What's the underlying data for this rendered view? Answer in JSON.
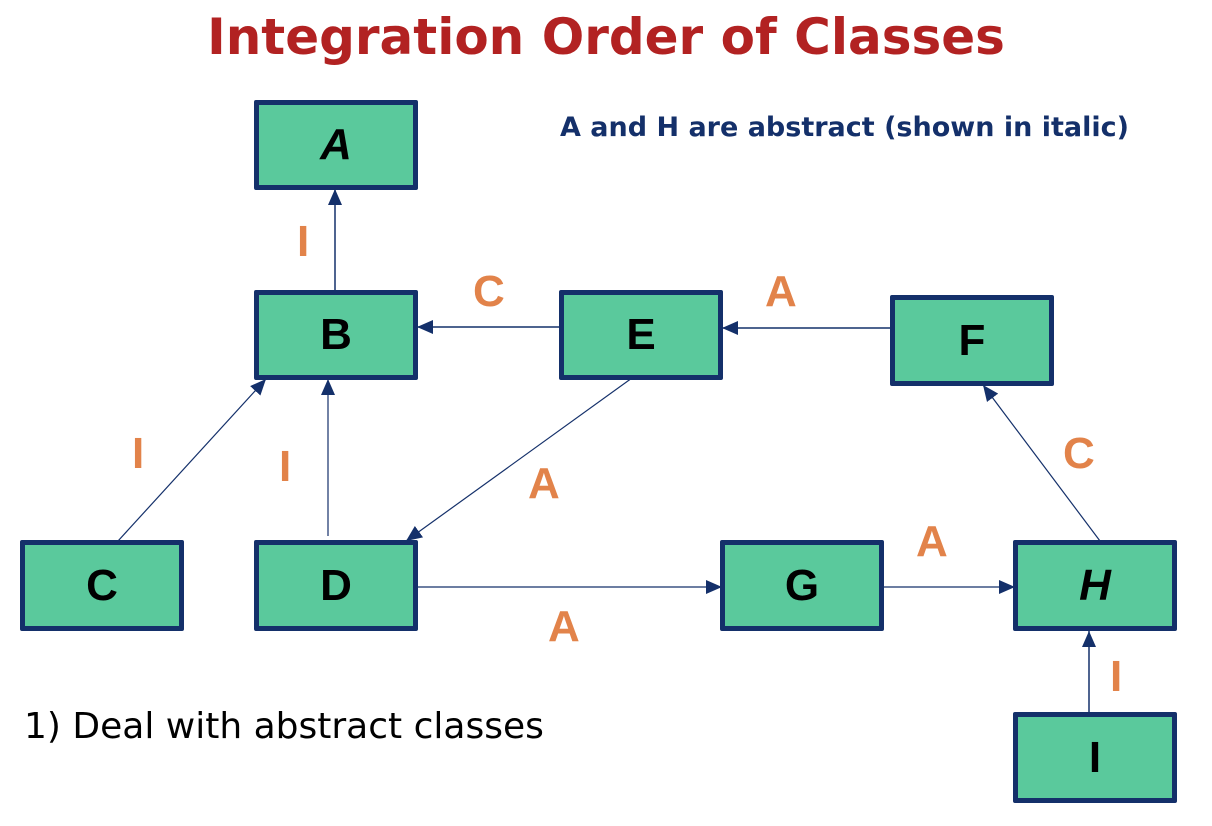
{
  "title": "Integration Order of Classes",
  "note": "A and H are abstract (shown in italic)",
  "bullet": "1)  Deal with abstract classes",
  "colors": {
    "title": "#b22222",
    "note": "#14306a",
    "node_fill": "#5ac99c",
    "node_border": "#14306a",
    "edge": "#14306a",
    "edge_label": "#e2834a"
  },
  "nodes": [
    {
      "id": "A",
      "label": "A",
      "abstract": true
    },
    {
      "id": "B",
      "label": "B",
      "abstract": false
    },
    {
      "id": "C",
      "label": "C",
      "abstract": false
    },
    {
      "id": "D",
      "label": "D",
      "abstract": false
    },
    {
      "id": "E",
      "label": "E",
      "abstract": false
    },
    {
      "id": "F",
      "label": "F",
      "abstract": false
    },
    {
      "id": "G",
      "label": "G",
      "abstract": false
    },
    {
      "id": "H",
      "label": "H",
      "abstract": true
    },
    {
      "id": "I",
      "label": "I",
      "abstract": false
    }
  ],
  "edges": [
    {
      "from": "B",
      "to": "A",
      "label": "I"
    },
    {
      "from": "E",
      "to": "B",
      "label": "C"
    },
    {
      "from": "F",
      "to": "E",
      "label": "A"
    },
    {
      "from": "C",
      "to": "B",
      "label": "I"
    },
    {
      "from": "D",
      "to": "B",
      "label": "I"
    },
    {
      "from": "E",
      "to": "D",
      "label": "A"
    },
    {
      "from": "D",
      "to": "G",
      "label": "A"
    },
    {
      "from": "G",
      "to": "H",
      "label": "A"
    },
    {
      "from": "H",
      "to": "F",
      "label": "C"
    },
    {
      "from": "I",
      "to": "H",
      "label": "I"
    }
  ]
}
